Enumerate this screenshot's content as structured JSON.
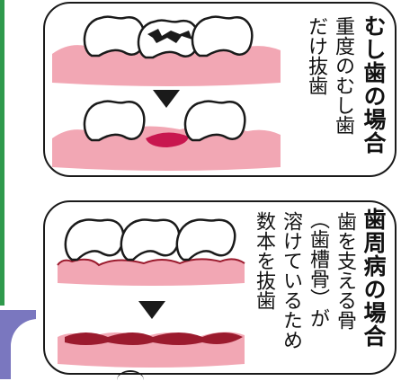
{
  "case1": {
    "title": "むし歯の場合",
    "desc_line1": "重度のむし歯",
    "desc_line2": "だけ抜歯"
  },
  "case2": {
    "title": "歯周病の場合",
    "desc_line1": "歯を支える骨",
    "desc_line2": "（歯槽骨）が",
    "desc_line3": "溶けているため",
    "desc_line4": "数本を抜歯"
  },
  "colors": {
    "gum": "#f2a7b4",
    "gum_dark": "#9b1b2e",
    "extraction_socket": "#c8174f",
    "outline": "#1a1a1a",
    "frame_green": "#2f9a4c",
    "corner_purple": "#7a77bf"
  },
  "icons": {
    "arrow": "down-triangle-icon",
    "tooth": "tooth-icon",
    "decayed_tooth": "decayed-tooth-icon"
  }
}
